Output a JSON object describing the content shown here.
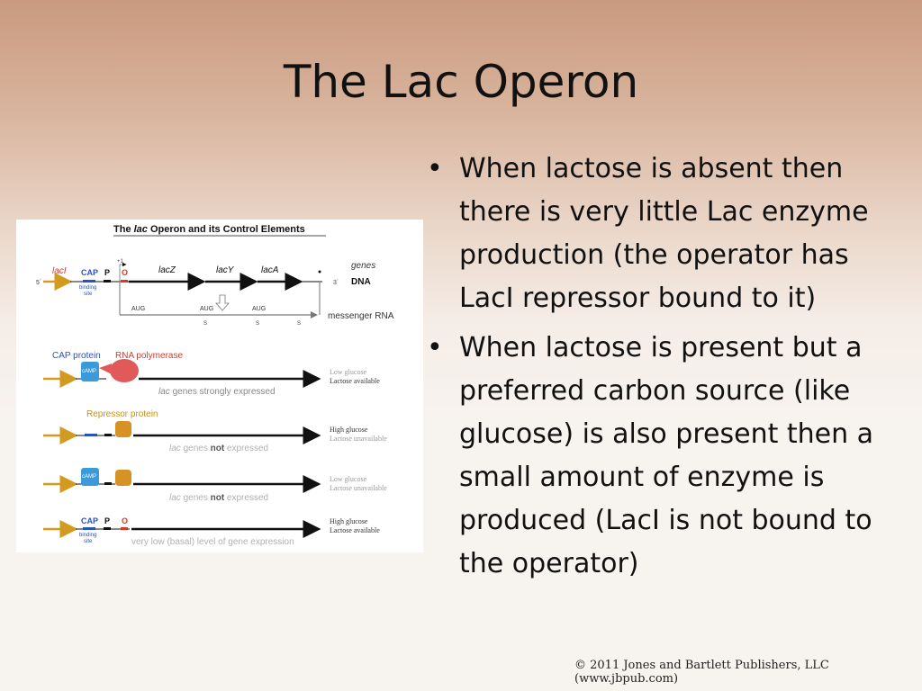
{
  "slide": {
    "title": "The Lac Operon",
    "bullets": [
      "When lactose is absent then there is very little Lac enzyme production (the operator has LacI repressor bound to it)",
      "When lactose is present but a preferred carbon source (like glucose) is also present then a small amount of enzyme is produced (LacI is not bound to the operator)"
    ],
    "bullet_glyph": "•",
    "copyright": "© 2011 Jones and Bartlett Publishers, LLC (www.jbpub.com)"
  },
  "figure": {
    "title_pre": "The ",
    "title_italic": "lac",
    "title_post": " Operon and its Control Elements",
    "gene_laci": "lacI",
    "cap": "CAP",
    "binding_site_1": "binding",
    "binding_site_2": "site",
    "p": "P",
    "o": "O",
    "lacz": "lacZ",
    "lacy": "lacY",
    "laca": "lacA",
    "genes": "genes",
    "dna": "DNA",
    "five_prime": "5´",
    "three_prime": "3´",
    "plus_one": "+1",
    "aug": "AUG",
    "s": "S",
    "mrna": "messenger RNA",
    "cap_protein": "CAP protein",
    "rna_polymerase": "RNA polymerase",
    "camp": "cAMP",
    "row1_italic": "lac",
    "row1_rest": " genes strongly expressed",
    "row1_c1": "Low glucose",
    "row1_c2": "Lactose available",
    "repressor_protein": "Repressor protein",
    "row2_italic": "lac",
    "row2_mid": " genes ",
    "row2_bold": "not",
    "row2_end": " expressed",
    "row2_c1": "High glucose",
    "row2_c2": "Lactose unavailable",
    "row3_c1": "Low glucose",
    "row3_c2": "Lactose unavailable",
    "row4_caption": "very low (basal) level of gene expression",
    "row4_c1": "High glucose",
    "row4_c2": "Lactose available",
    "colors": {
      "blue": "#2a52be",
      "red": "#d63a2b",
      "orange": "#d39a20",
      "camp_box": "#3b9ad9",
      "polymerase": "#e05a5a",
      "repressor": "#d69222",
      "gray": "#9a9a9a"
    }
  }
}
